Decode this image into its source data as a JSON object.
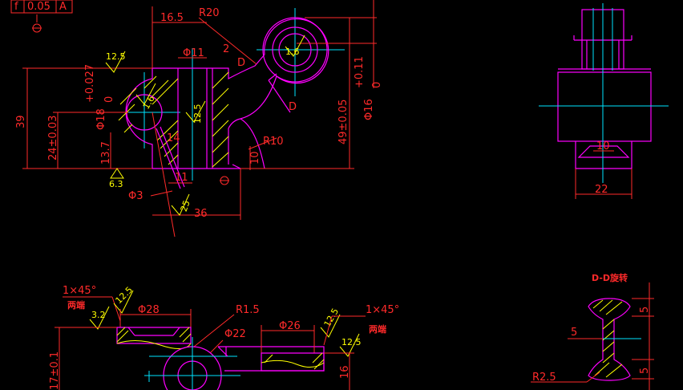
{
  "tolerance_frame": {
    "symbol": "f",
    "value": "0.05",
    "datum": "A"
  },
  "dims_red": {
    "d165": "16.5",
    "r20": "R20",
    "d11": "Φ11",
    "d39": "39",
    "d24": "24±0.03",
    "d137": "13.7",
    "d18": "Φ18",
    "d18tol": "+0.027",
    "d18tol2": "0",
    "d49": "49±0.05",
    "d16": "Φ16",
    "d16tol": "+0.11",
    "d16tol2": "0",
    "r10": "R10",
    "d10": "10",
    "d11b": "11",
    "d14": "14",
    "d3": "Φ3",
    "d36": "36",
    "d22": "22",
    "d10b": "10",
    "d1x45a": "1×45°",
    "d32": "3.2",
    "d28": "Φ28",
    "r15": "R1.5",
    "d22b": "Φ22",
    "d26": "Φ26",
    "d1x45b": "1×45°",
    "d16b": "16",
    "d17": "17±0.1",
    "dd": "D-D旋转",
    "d5a": "5",
    "d5b": "5",
    "d5c": "5",
    "r25": "R2.5",
    "lblD1": "D",
    "lblD2": "D",
    "lbl2": "2"
  },
  "notes": {
    "both_ends_1": "两端",
    "both_ends_2": "两端"
  },
  "roughness": {
    "r125a": "12.5",
    "r125b": "12.5",
    "r16a": "1.6",
    "r16b": "1.6",
    "r63": "6.3",
    "r25": "25",
    "r125c": "12.5",
    "r125d": "12.5",
    "r125e": "12.5"
  },
  "colors": {
    "outline": "#ff00ff",
    "dimension": "#ff2a2a",
    "center": "#00e5ff",
    "hatch": "#ffff00",
    "background": "#000000"
  }
}
